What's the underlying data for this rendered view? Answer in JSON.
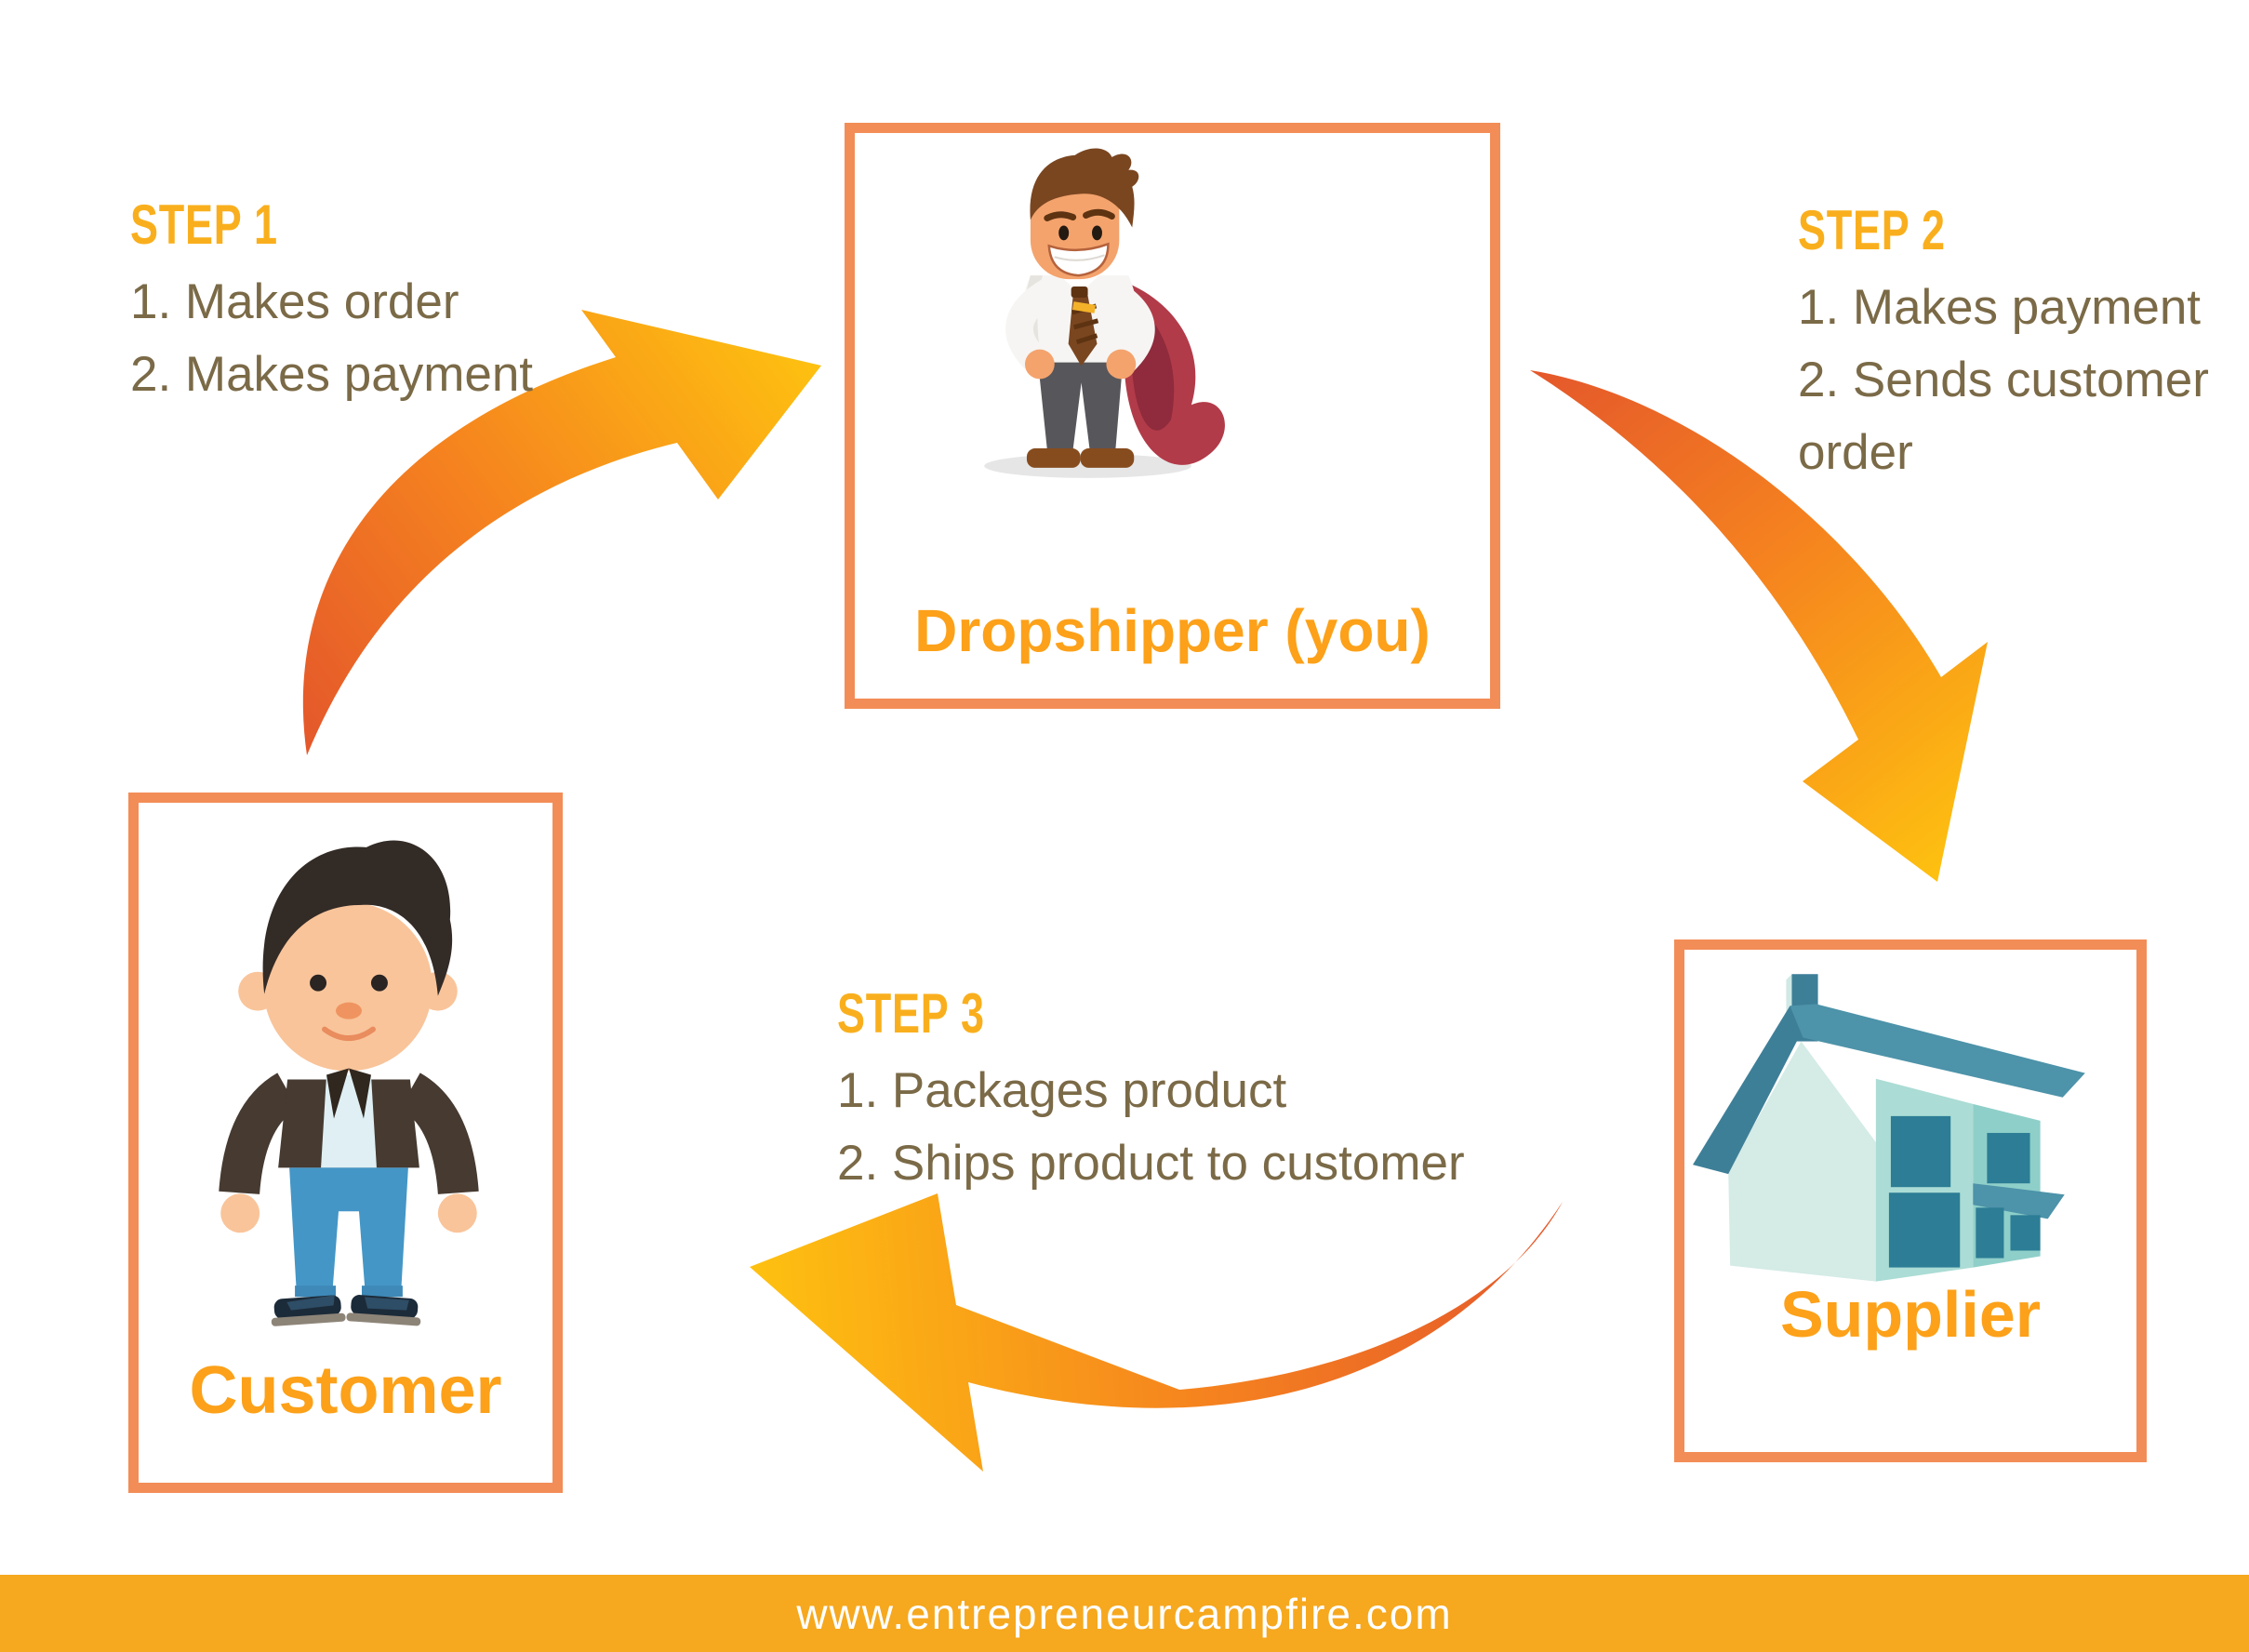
{
  "nodes": {
    "dropshipper": {
      "label": "Dropshipper (you)",
      "icon": "superhero-businessman-illustration"
    },
    "customer": {
      "label": "Customer",
      "icon": "young-man-illustration"
    },
    "supplier": {
      "label": "Supplier",
      "icon": "warehouse-house-illustration"
    }
  },
  "steps": {
    "step1": {
      "heading": "STEP 1",
      "item1": "1. Makes order",
      "item2": "2. Makes payment"
    },
    "step2": {
      "heading": "STEP 2",
      "item1": "1. Makes payment",
      "item2": "2. Sends customer order"
    },
    "step3": {
      "heading": "STEP 3",
      "item1": "1. Packages product",
      "item2": "2. Ships product to customer"
    }
  },
  "footer": {
    "url": "www.entrepreneurcampfire.com"
  },
  "colors": {
    "box_border": "#F38D57",
    "node_label": "#FCA119",
    "step_heading": "#F9AF1D",
    "step_text": "#7B6A47",
    "footer_bar": "#F6A81E",
    "footer_text": "#FFFFFF",
    "arrow_start": "#E4572B",
    "arrow_mid": "#F5821F",
    "arrow_end": "#FEC110"
  }
}
